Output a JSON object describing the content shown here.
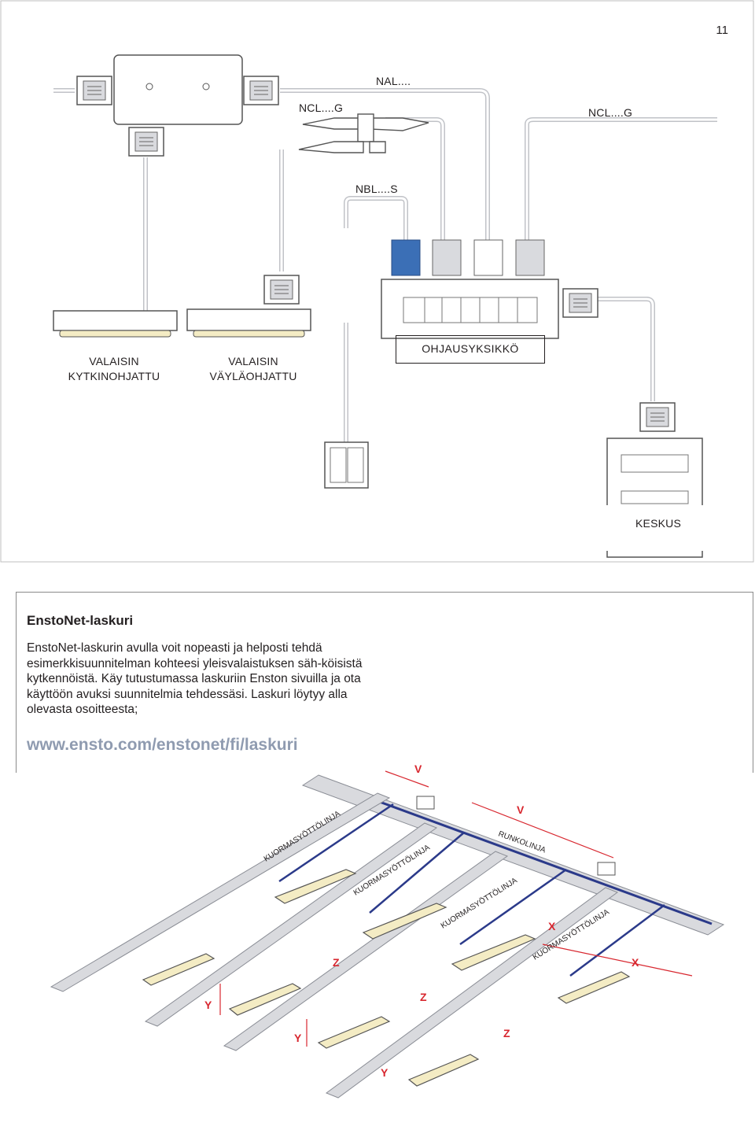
{
  "page_number": "11",
  "diagram": {
    "labels": {
      "nal": "NAL....",
      "ncl_left": "NCL....G",
      "ncl_right": "NCL....G",
      "nbl": "NBL....S",
      "valaisin1_l1": "VALAISIN",
      "valaisin1_l2": "KYTKINOHJATTU",
      "valaisin2_l1": "VALAISIN",
      "valaisin2_l2": "VÄYLÄOHJATTU",
      "ohjausyksikko": "OHJAUSYKSIKKÖ",
      "keskus": "KESKUS"
    }
  },
  "info": {
    "title": "EnstoNet-laskuri",
    "body": "EnstoNet-laskurin avulla voit nopeasti ja helposti tehdä esimerkkisuunnitelman kohteesi yleisvalaistuksen säh-köisistä kytkennöistä. Käy tutustumassa laskuriin Enston sivuilla ja ota käyttöön avuksi suunnitelmia tehdessäsi. Laskuri löytyy alla olevasta osoitteesta;",
    "link": "www.ensto.com/enstonet/fi/laskuri"
  },
  "iso": {
    "runkolinja": "RUNKOLINJA",
    "kuorma": "KUORMASYÖTTÖLINJA",
    "v": "V",
    "x": "X",
    "y": "Y",
    "z": "Z"
  },
  "colors": {
    "accent_blue": "#3b6fb6",
    "cable": "#c9cbd0",
    "dim_red": "#d8272f",
    "lamp_fill": "#f4ecc4"
  }
}
